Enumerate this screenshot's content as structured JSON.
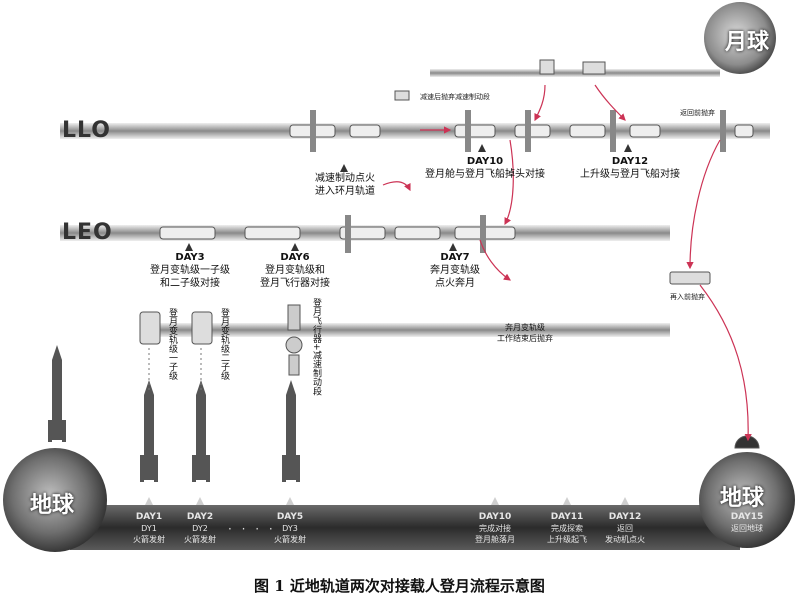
{
  "orbits": {
    "llo": "LLO",
    "leo": "LEO"
  },
  "globes": {
    "moon": "月球",
    "earth_left": "地球",
    "earth_right": "地球"
  },
  "llo_labels": {
    "deorbit_burn": [
      "减速制动点火",
      "进入环月轨道"
    ],
    "day10": [
      "DAY10",
      "登月舱与登月飞船掉头对接"
    ],
    "day12": [
      "DAY12",
      "上升级与登月飞船对接"
    ]
  },
  "small_labels": {
    "deorbit_discard": "减速后抛弃减速制动段",
    "return_discard": "返回前抛弃",
    "reentry_discard": "再入前抛弃",
    "stage_discard": [
      "奔月变轨级",
      "工作结束后抛弃"
    ]
  },
  "leo_labels": {
    "day3": [
      "DAY3",
      "登月变轨级一子级",
      "和二子级对接"
    ],
    "day6": [
      "DAY6",
      "登月变轨级和",
      "登月飞行器对接"
    ],
    "day7": [
      "DAY7",
      "奔月变轨级",
      "点火奔月"
    ]
  },
  "vertical_labels": {
    "stage1": "登月变轨级一子级",
    "stage2": "登月变轨级二子级",
    "lander": "登月飞行器+减速制动段"
  },
  "timeline": [
    {
      "day": "DAY1",
      "sub1": "DY1",
      "sub2": "火箭发射"
    },
    {
      "day": "DAY2",
      "sub1": "DY2",
      "sub2": "火箭发射"
    },
    {
      "day": "DAY5",
      "sub1": "DY3",
      "sub2": "火箭发射"
    },
    {
      "day": "DAY10",
      "sub1": "完成对接",
      "sub2": "登月舱落月"
    },
    {
      "day": "DAY11",
      "sub1": "完成探索",
      "sub2": "上升级起飞"
    },
    {
      "day": "DAY12",
      "sub1": "返回",
      "sub2": "发动机点火"
    },
    {
      "day": "DAY15",
      "sub1": "",
      "sub2": "返回地球"
    }
  ],
  "ellipsis": "· · · ·",
  "caption": "图 1    近地轨道两次对接载人登月流程示意图",
  "colors": {
    "band": "#555555",
    "earth_band": "#3a3a3a",
    "arrow": "#cc3355"
  }
}
